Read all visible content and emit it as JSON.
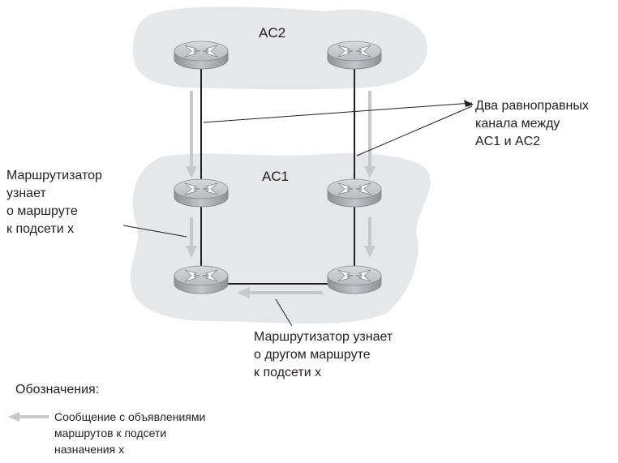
{
  "systems": {
    "as2": "AC2",
    "as1": "AC1"
  },
  "labels": {
    "peering_links": "Два равноправных\nканала между\nAC1 и AC2",
    "router_learns": "Маршрутизатор\n узнает\nо маршруте\nк подсети x",
    "router_learns_alt": "Маршрутизатор узнает\nо другом маршруте\nк подсети x"
  },
  "legend": {
    "title": "Обозначения:",
    "advert_message": "Сообщение с объявлениями\nмаршрутов к подсети\nназначения x"
  },
  "colors": {
    "region_fill": "#e6e7e8",
    "router_top": "#c9cacc",
    "router_side": "#a7a9ac",
    "arrow": "#c6c8ca",
    "link": "#231f20"
  }
}
